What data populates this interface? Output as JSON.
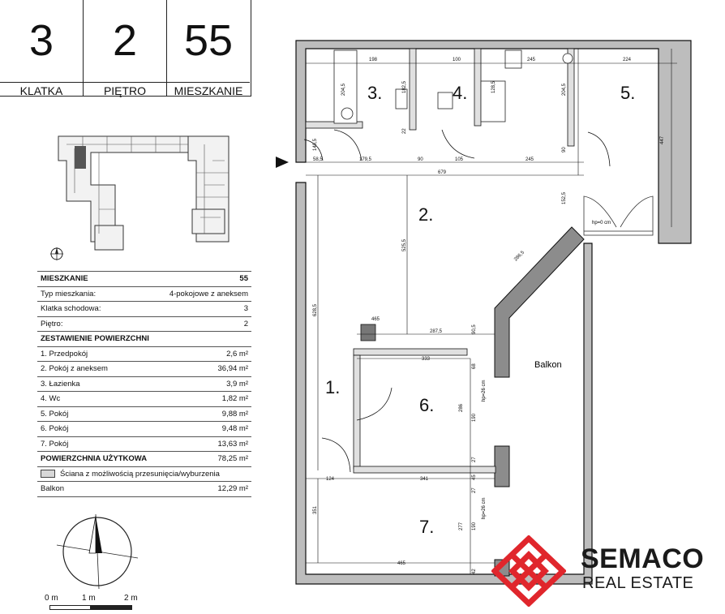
{
  "header": {
    "cells": [
      {
        "value": "3",
        "label": "KLATKA"
      },
      {
        "value": "2",
        "label": "PIĘTRO"
      },
      {
        "value": "55",
        "label": "MIESZKANIE"
      }
    ]
  },
  "info": {
    "title": "MIESZKANIE",
    "title_value": "55",
    "rows": [
      {
        "label": "Typ mieszkania:",
        "value": "4-pokojowe z aneksem"
      },
      {
        "label": "Klatka schodowa:",
        "value": "3"
      },
      {
        "label": "Piętro:",
        "value": "2"
      }
    ],
    "areas_title": "ZESTAWIENIE POWIERZCHNI",
    "areas": [
      {
        "label": "1. Przedpokój",
        "value": "2,6 m²"
      },
      {
        "label": "2. Pokój z aneksem",
        "value": "36,94 m²"
      },
      {
        "label": "3. Łazienka",
        "value": "3,9 m²"
      },
      {
        "label": "4. Wc",
        "value": "1,82 m²"
      },
      {
        "label": "5. Pokój",
        "value": "9,88 m²"
      },
      {
        "label": "6. Pokój",
        "value": "9,48 m²"
      },
      {
        "label": "7. Pokój",
        "value": "13,63 m²"
      }
    ],
    "usable_label": "POWIERZCHNIA UŻYTKOWA",
    "usable_value": "78,25 m²",
    "wall_note": "Ściana z możliwością przesunięcia/wyburzenia",
    "balcony_label": "Balkon",
    "balcony_value": "12,29 m²"
  },
  "scale": {
    "t0": "0 m",
    "t1": "1 m",
    "t2": "2 m"
  },
  "plan": {
    "rooms": [
      "1.",
      "2.",
      "3.",
      "4.",
      "5.",
      "6.",
      "7."
    ],
    "balcony": "Balkon",
    "hp0": "hp=0 cm",
    "hp26a": "hp=26 cm",
    "hp26b": "hp=26 cm",
    "dims": {
      "d198": "198",
      "d100": "100",
      "d245a": "245",
      "d224": "224",
      "d2045a": "204,5",
      "d1825": "182,5",
      "d1285": "128,5",
      "d2045b": "204,5",
      "d1405": "140,5",
      "d585": "58,5",
      "d1795": "179,5",
      "d90a": "90",
      "d105": "105",
      "d245b": "245",
      "d679": "679",
      "d90b": "90",
      "d447": "447",
      "d1525": "152,5",
      "d5255": "525,5",
      "d2865a": "286,5",
      "d6285": "628,5",
      "d465a": "465",
      "d2875": "287,5",
      "d905": "90,5",
      "d333": "333",
      "d68": "68",
      "d286": "286",
      "d190a": "190",
      "d27a": "27",
      "d124": "124",
      "d341": "341",
      "d45": "45",
      "d27b": "27",
      "d351": "351",
      "d277": "277",
      "d190b": "190",
      "d465b": "465",
      "d42": "42",
      "d22": "22"
    }
  },
  "logo": {
    "name": "SEMACO",
    "sub": "REAL ESTATE",
    "color": "#e0262c"
  }
}
